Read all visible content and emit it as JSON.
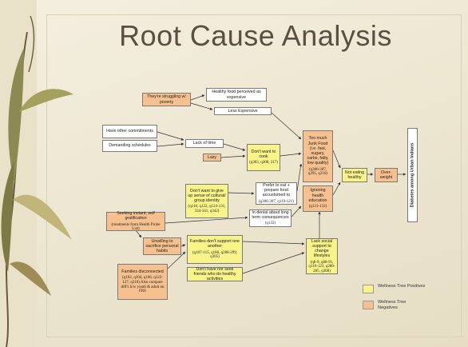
{
  "slide": {
    "title": "Root Cause Analysis"
  },
  "nodes": {
    "struggling": {
      "text": "They're struggling w/ poverty"
    },
    "healthy_expensive": {
      "text": "Healthy food perceived as expensive"
    },
    "less_expensive": {
      "text": "Less Expensive"
    },
    "other_commitments": {
      "text": "Have other commitments"
    },
    "demanding": {
      "text": "Demanding schedules"
    },
    "lack_time": {
      "text": "Lack of time"
    },
    "lazy": {
      "text": "Lazy"
    },
    "dont_cook": {
      "text": "Don't want to cook",
      "ref": "(q303, q308, 317)"
    },
    "junk_food": {
      "text": "Too much Junk Food (i.e. fast, sugary, carbs, fatty, low quality)",
      "ref": "(q306-307, q295, q316)"
    },
    "not_eating": {
      "text": "Not eating healthy"
    },
    "overweight": {
      "text": "Over-weight"
    },
    "diabetes": {
      "text": "Diabetes among Urban Indians"
    },
    "cultural": {
      "text": "Don't want to give up sense of cultural/ group identity",
      "ref": "(q118, q122, q124-131, 334-341, q342)"
    },
    "prefer_eat": {
      "text": "Prefer to eat + prepare food accustomed to",
      "ref": "(q306-307, q119-121)"
    },
    "denial": {
      "text": "In denial about long term consequences",
      "ref": "(q132)"
    },
    "ignoring": {
      "text": "Ignoring health education",
      "ref": "(q131-132)"
    },
    "seeking": {
      "text": "Seeking instant, self gratification",
      "ref": "(treatments from Health Probe List)"
    },
    "unwilling": {
      "text": "Unwilling to sacrifice personal habits"
    },
    "fam_support": {
      "text": "Families don't support one another",
      "ref": "(q107-115, q186, q288-299, q305)"
    },
    "fam_disconnected": {
      "text": "Families disconnected",
      "ref": "(q102, q104, q106, q122-127, q310) Also compare diff's b/w youth & adult on FRS"
    },
    "no_friends": {
      "text": "Don't have nor seek friends who do healthy activities"
    },
    "lack_social": {
      "text": "Lack social support to change lifestyles",
      "ref": "(q8-9, q88-91, q116-123, q280-285, q308)"
    }
  },
  "legend": {
    "positives": "Wellness Tree Positives",
    "negatives": "Wellness Tree Negatives"
  },
  "colors": {
    "positive": "#f8f48a",
    "negative": "#f6c18f",
    "neutral": "#ffffff"
  }
}
